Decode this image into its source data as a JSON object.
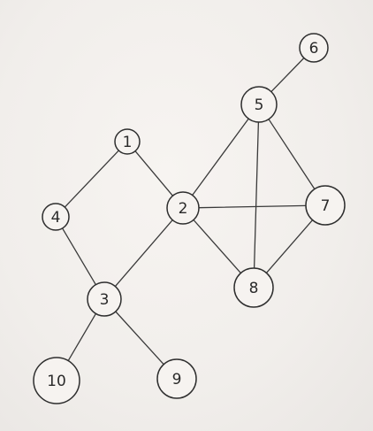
{
  "graph": {
    "nodes": [
      {
        "id": "1",
        "label": "1"
      },
      {
        "id": "2",
        "label": "2"
      },
      {
        "id": "3",
        "label": "3"
      },
      {
        "id": "4",
        "label": "4"
      },
      {
        "id": "5",
        "label": "5"
      },
      {
        "id": "6",
        "label": "6"
      },
      {
        "id": "7",
        "label": "7"
      },
      {
        "id": "8",
        "label": "8"
      },
      {
        "id": "9",
        "label": "9"
      },
      {
        "id": "10",
        "label": "10"
      }
    ],
    "edges": [
      [
        "1",
        "4"
      ],
      [
        "1",
        "2"
      ],
      [
        "4",
        "3"
      ],
      [
        "2",
        "3"
      ],
      [
        "2",
        "5"
      ],
      [
        "2",
        "7"
      ],
      [
        "2",
        "8"
      ],
      [
        "5",
        "6"
      ],
      [
        "5",
        "7"
      ],
      [
        "5",
        "8"
      ],
      [
        "7",
        "8"
      ],
      [
        "3",
        "10"
      ],
      [
        "3",
        "9"
      ]
    ],
    "colors": {
      "stroke": "#2e2e2e",
      "node_fill": "#f6f3f0",
      "background": "#f4f1ee"
    }
  }
}
